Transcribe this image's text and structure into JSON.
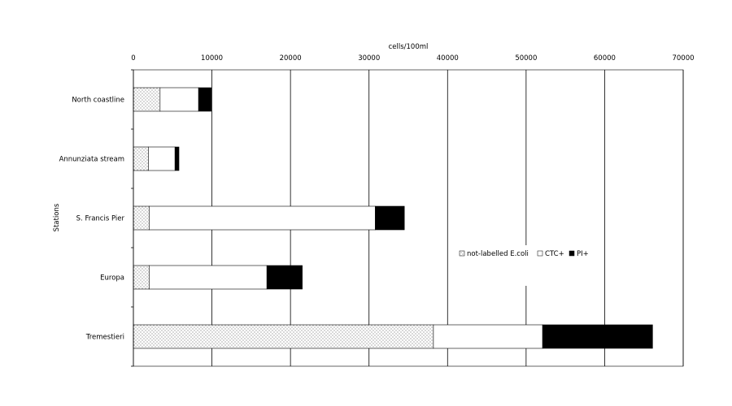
{
  "chart_data": {
    "type": "bar",
    "orientation": "horizontal",
    "stacked": true,
    "xlabel": "cells/100ml",
    "ylabel": "Stations",
    "xlim": [
      0,
      70000
    ],
    "xticks": [
      "0",
      "10000",
      "20000",
      "30000",
      "40000",
      "50000",
      "60000",
      "70000"
    ],
    "x_axis_position": "top",
    "grid": "vertical",
    "legend_position": "center-right",
    "categories": [
      "North coastline",
      "Annunziata stream",
      "S. Francis Pier",
      "Europa",
      "Tremestieri"
    ],
    "series": [
      {
        "name": "not-labelled E.coli",
        "pattern": "dotted",
        "values": [
          3400,
          1900,
          2000,
          2000,
          38200
        ]
      },
      {
        "name": "CTC+",
        "color": "#ffffff",
        "values": [
          4900,
          3400,
          28800,
          15000,
          13900
        ]
      },
      {
        "name": "PI+",
        "color": "#000000",
        "values": [
          1600,
          500,
          3700,
          4500,
          14000
        ]
      }
    ]
  }
}
